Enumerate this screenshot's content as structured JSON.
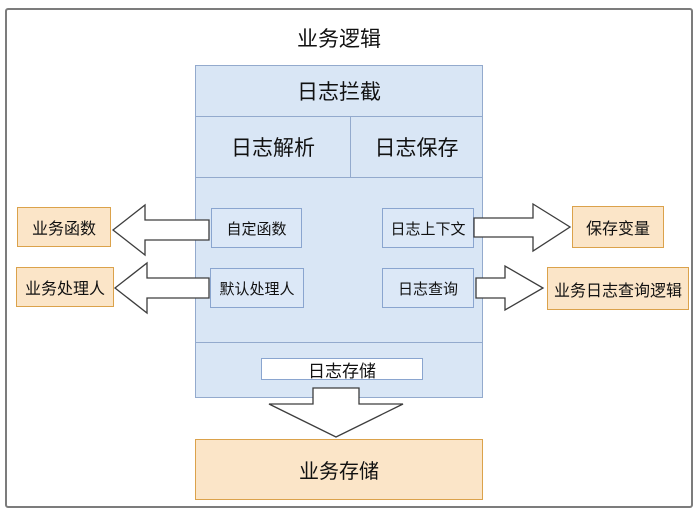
{
  "diagram": {
    "title": "业务逻辑",
    "interceptor": {
      "title": "日志拦截",
      "columns": [
        {
          "label": "日志解析"
        },
        {
          "label": "日志保存"
        }
      ],
      "nodes": {
        "custom_function": "自定函数",
        "log_context": "日志上下文",
        "default_handler": "默认处理人",
        "log_query": "日志查询",
        "log_storage": "日志存储"
      }
    },
    "external_boxes": {
      "business_function": "业务函数",
      "business_handler": "业务处理人",
      "save_variable": "保存变量",
      "business_log_query_logic": "业务日志查询逻辑",
      "business_storage": "业务存储"
    },
    "arrows": [
      {
        "name": "custom-function-to-business-function",
        "direction": "left"
      },
      {
        "name": "default-handler-to-business-handler",
        "direction": "left"
      },
      {
        "name": "log-context-to-save-variable",
        "direction": "right"
      },
      {
        "name": "log-query-to-business-log-query-logic",
        "direction": "right"
      },
      {
        "name": "log-storage-to-business-storage",
        "direction": "down"
      }
    ],
    "colors": {
      "blue_fill": "#d9e6f5",
      "blue_node_fill": "#dce8f7",
      "blue_border": "#93aacd",
      "orange_fill": "#fbe5c8",
      "orange_border": "#dba24b",
      "frame_border": "#7c7c7c",
      "arrow_fill": "#ffffff",
      "arrow_stroke": "#3d3d3d",
      "text": "#111111"
    }
  }
}
